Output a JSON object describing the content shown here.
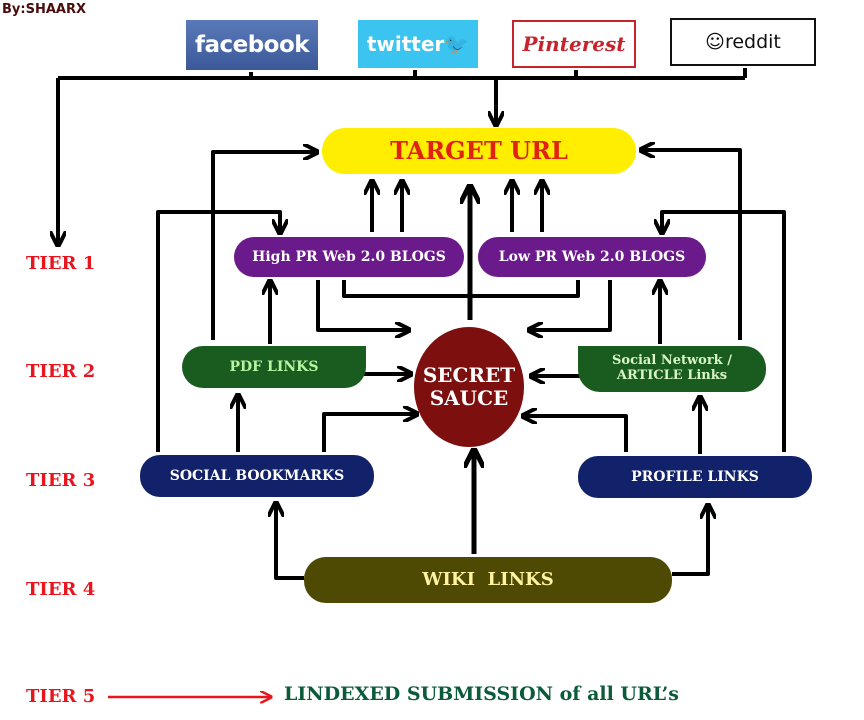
{
  "byline": "By:SHAARX",
  "social_logos": [
    {
      "name": "facebook",
      "label": "facebook",
      "color": "#3b5998"
    },
    {
      "name": "twitter",
      "label": "twitter",
      "color": "#3cc4f0"
    },
    {
      "name": "pinterest",
      "label": "Pinterest",
      "color": "#c8232c"
    },
    {
      "name": "reddit",
      "label": "reddit",
      "color": "#111111"
    }
  ],
  "nodes": {
    "target": "TARGET URL",
    "high_pr": "High PR Web 2.0 BLOGS",
    "low_pr": "Low PR Web 2.0 BLOGS",
    "pdf": "PDF LINKS",
    "secret_sauce": [
      "SECRET",
      "SAUCE"
    ],
    "social_network": [
      "Social Network /",
      "ARTICLE Links"
    ],
    "social_bookmarks": "SOCIAL BOOKMARKS",
    "profile_links": "PROFILE LINKS",
    "wiki": "WIKI  LINKS"
  },
  "tiers": [
    "TIER 1",
    "TIER 2",
    "TIER 3",
    "TIER 4",
    "TIER 5"
  ],
  "tier5_target": "LINDEXED SUBMISSION of all URL’s",
  "colors": {
    "target_bg": "#ffee00",
    "target_text": "#e0220f",
    "web20": "#6b1a8c",
    "tier2": "#1a5c1f",
    "sauce": "#7e0f0f",
    "tier3": "#12226a",
    "wiki": "#4f4a03",
    "tier_label": "#e8141e",
    "lindexed": "#0b5a3a"
  }
}
